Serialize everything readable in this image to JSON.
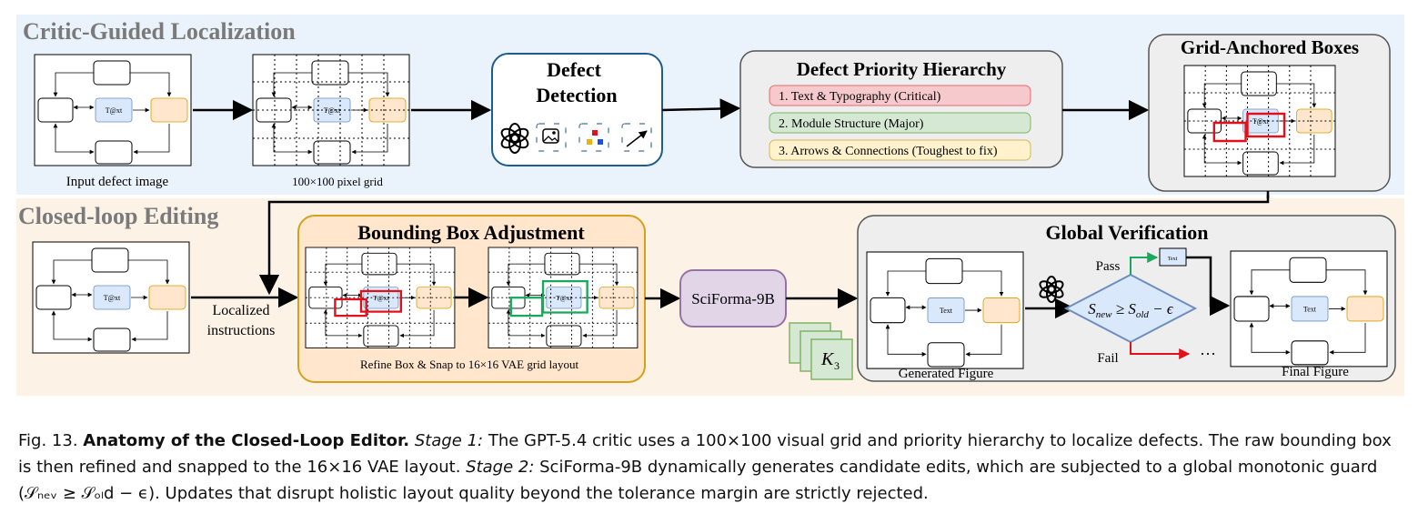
{
  "stage1": {
    "title": "Critic-Guided Localization"
  },
  "stage2": {
    "title": "Closed-loop Editing"
  },
  "thumb": {
    "text_glyph": "T@xt",
    "clean_text": "Text"
  },
  "input_image": {
    "label": "Input defect image"
  },
  "pixel_grid": {
    "label": "100×100 pixel grid"
  },
  "defect_detection": {
    "title_line1": "Defect",
    "title_line2": "Detection"
  },
  "priority": {
    "title": "Defect Priority Hierarchy",
    "items": [
      {
        "label": "1.  Text & Typography (Critical)",
        "fill": "#f6c9cc",
        "stroke": "#e36b74"
      },
      {
        "label": "2.  Module Structure  (Major)",
        "fill": "#d5e8d4",
        "stroke": "#82b366"
      },
      {
        "label": "3.  Arrows & Connections (Toughest to fix)",
        "fill": "#fff2cc",
        "stroke": "#d6b656"
      }
    ]
  },
  "grid_boxes": {
    "title": "Grid-Anchored Boxes"
  },
  "bbox": {
    "title": "Bounding Box Adjustment",
    "subtitle": "Refine Box & Snap to 16×16 VAE grid layout"
  },
  "instructions": {
    "line1": "Localized",
    "line2": "instructions"
  },
  "sciforma": {
    "label": "SciForma-9B"
  },
  "k3": {
    "label": "K",
    "sub": "3"
  },
  "verification": {
    "title": "Global Verification",
    "generated_label": "Generated Figure",
    "final_label": "Final Figure",
    "pass_label": "Pass",
    "fail_label": "Fail",
    "ellipsis": "···",
    "diamond_parts": [
      "S",
      "new",
      " ≥ S",
      "old",
      " − ϵ"
    ]
  },
  "caption": {
    "fig": "Fig. 13.",
    "title": "Anatomy of the Closed-Loop Editor.",
    "stage1_label": "Stage 1:",
    "stage1_text": " The GPT-5.4 critic uses a 100×100 visual grid and priority hierarchy to localize defects. The raw bounding box is then refined and snapped to the 16×16 VAE layout. ",
    "stage2_label": "Stage 2:",
    "stage2_text": " SciForma-9B dynamically generates candidate edits, which are subjected to a global monotonic guard (",
    "formula": "𝒮ₙₑᵥ ≥ 𝒮ₒₗd − ϵ",
    "tail": "). Updates that disrupt holistic layout quality beyond the tolerance margin are strictly rejected."
  },
  "colors": {
    "stage1_bg": "#eaf3fb",
    "stage2_bg": "#fdf2e6",
    "blue_node": "#dae8fc",
    "blue_stroke": "#6c8ebf",
    "orange_node": "#ffe6cc",
    "orange_stroke": "#d79b00",
    "detect_stroke": "#1e5b8f",
    "bbox_fill": "#ffe6cc",
    "bbox_stroke": "#d6a11a",
    "sci_fill": "#e1d5e7",
    "sci_stroke": "#9673a6",
    "k_fill": "#d5e8d4",
    "k_stroke": "#82b366",
    "red": "#e3101c",
    "green": "#1aa85c"
  }
}
